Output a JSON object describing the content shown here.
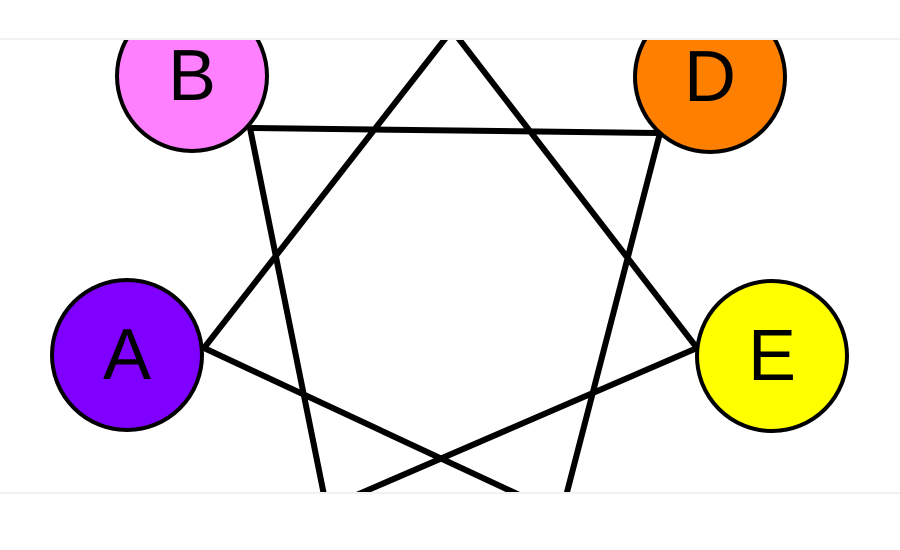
{
  "diagram": {
    "nodes": [
      {
        "id": "A",
        "label": "A",
        "color": "#7f00ff"
      },
      {
        "id": "B",
        "label": "B",
        "color": "#ff80ff"
      },
      {
        "id": "D",
        "label": "D",
        "color": "#ff8000"
      },
      {
        "id": "E",
        "label": "E",
        "color": "#ffff00"
      }
    ],
    "edges": [
      [
        "A",
        "top-vertex"
      ],
      [
        "top-vertex",
        "E"
      ],
      [
        "B",
        "D"
      ],
      [
        "B",
        "bottom-left-vertex"
      ],
      [
        "D",
        "bottom-right-vertex"
      ],
      [
        "A",
        "bottom-right-vertex"
      ],
      [
        "E",
        "bottom-left-vertex"
      ]
    ],
    "stroke_color": "#000000",
    "node_border_color": "#000000"
  }
}
